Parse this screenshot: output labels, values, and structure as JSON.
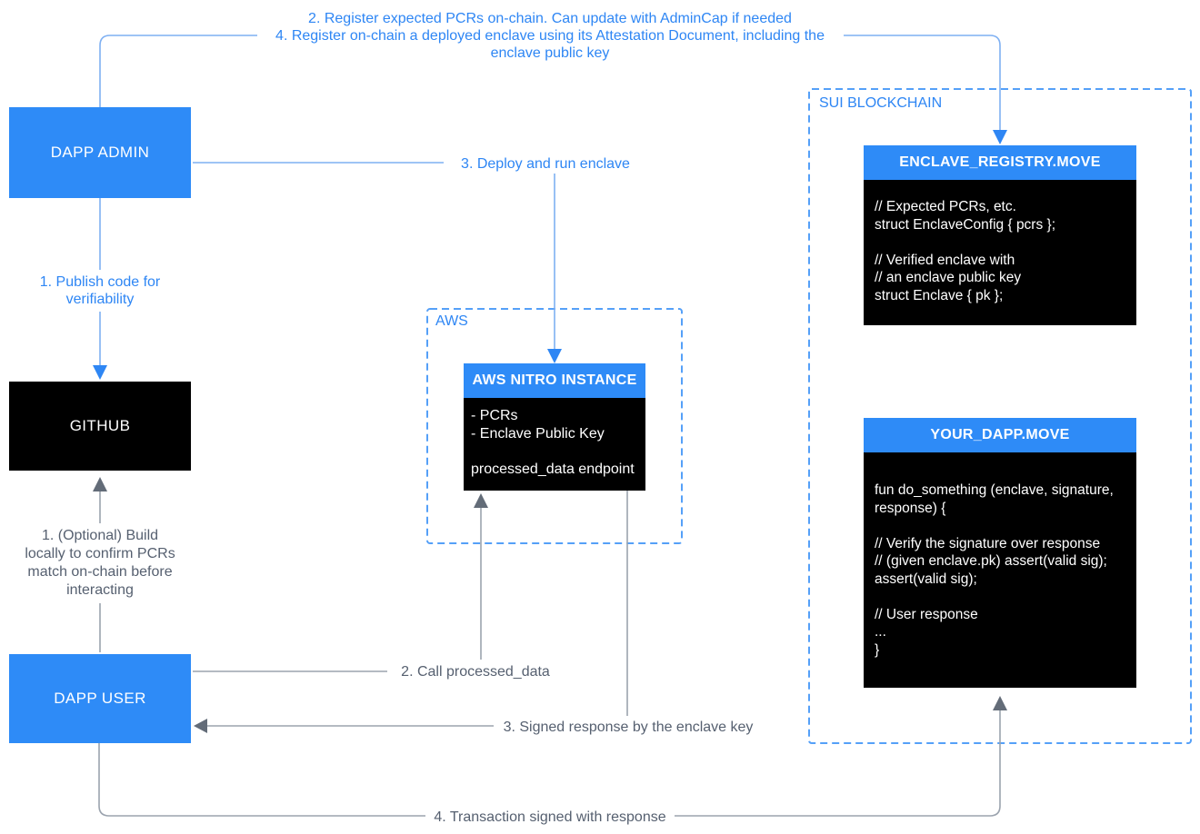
{
  "colors": {
    "node_blue": "#2e8bf7",
    "dashed_border_blue": "#55a0f8",
    "connector_light_blue": "#7fb0f2",
    "arrow_blue": "#2e86f4",
    "connector_gray": "#9ba3ae",
    "arrow_gray": "#636c78",
    "note_gray": "#566070",
    "box_black": "#000000"
  },
  "nodes": {
    "dapp_admin": "DAPP ADMIN",
    "github": "GITHUB",
    "dapp_user": "DAPP USER"
  },
  "aws": {
    "label": "AWS",
    "nitro": {
      "title": "AWS NITRO INSTANCE",
      "body": "- PCRs\n- Enclave Public Key\n\nprocessed_data endpoint"
    }
  },
  "sui": {
    "label": "SUI BLOCKCHAIN",
    "enclave_registry": {
      "title": "ENCLAVE_REGISTRY.MOVE",
      "code": "// Expected PCRs, etc.\nstruct EnclaveConfig { pcrs };\n\n// Verified enclave with\n// an enclave public key\nstruct Enclave { pk };"
    },
    "your_dapp": {
      "title": "YOUR_DAPP.MOVE",
      "code": "fun do_something (enclave, signature,\nresponse) {\n\n// Verify the signature over response\n// (given enclave.pk) assert(valid sig);\nassert(valid sig);\n\n// User response\n...\n}"
    }
  },
  "notes": {
    "register_onchain": "2. Register expected PCRs on-chain. Can update with AdminCap if needed\n4. Register on-chain a deployed enclave using its Attestation Document, including the\nenclave public key",
    "publish_code": "1. Publish code for\nverifiability",
    "deploy_enclave": "3. Deploy and run enclave",
    "build_locally": "1. (Optional) Build\nlocally to confirm PCRs\nmatch on-chain before\ninteracting",
    "call_processed_data": "2. Call processed_data",
    "signed_response": "3. Signed response by the enclave key",
    "transaction_signed": "4. Transaction signed with response"
  }
}
